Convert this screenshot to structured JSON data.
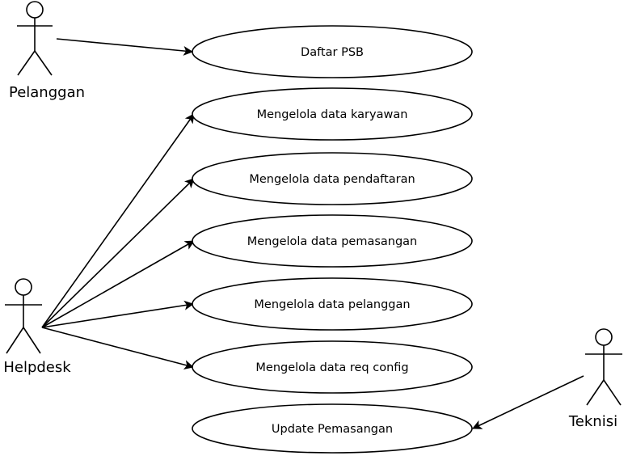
{
  "actors": {
    "pelanggan": "Pelanggan",
    "helpdesk": "Helpdesk",
    "teknisi": "Teknisi"
  },
  "use_cases": {
    "daftar_psb": "Daftar PSB",
    "karyawan": "Mengelola data karyawan",
    "pendaftaran": "Mengelola data pendaftaran",
    "pemasangan": "Mengelola data pemasangan",
    "pelanggan": "Mengelola data pelanggan",
    "req_config": "Mengelola data req config",
    "update_pemasangan": "Update Pemasangan"
  },
  "colors": {
    "stroke": "#000000",
    "background": "#ffffff"
  }
}
